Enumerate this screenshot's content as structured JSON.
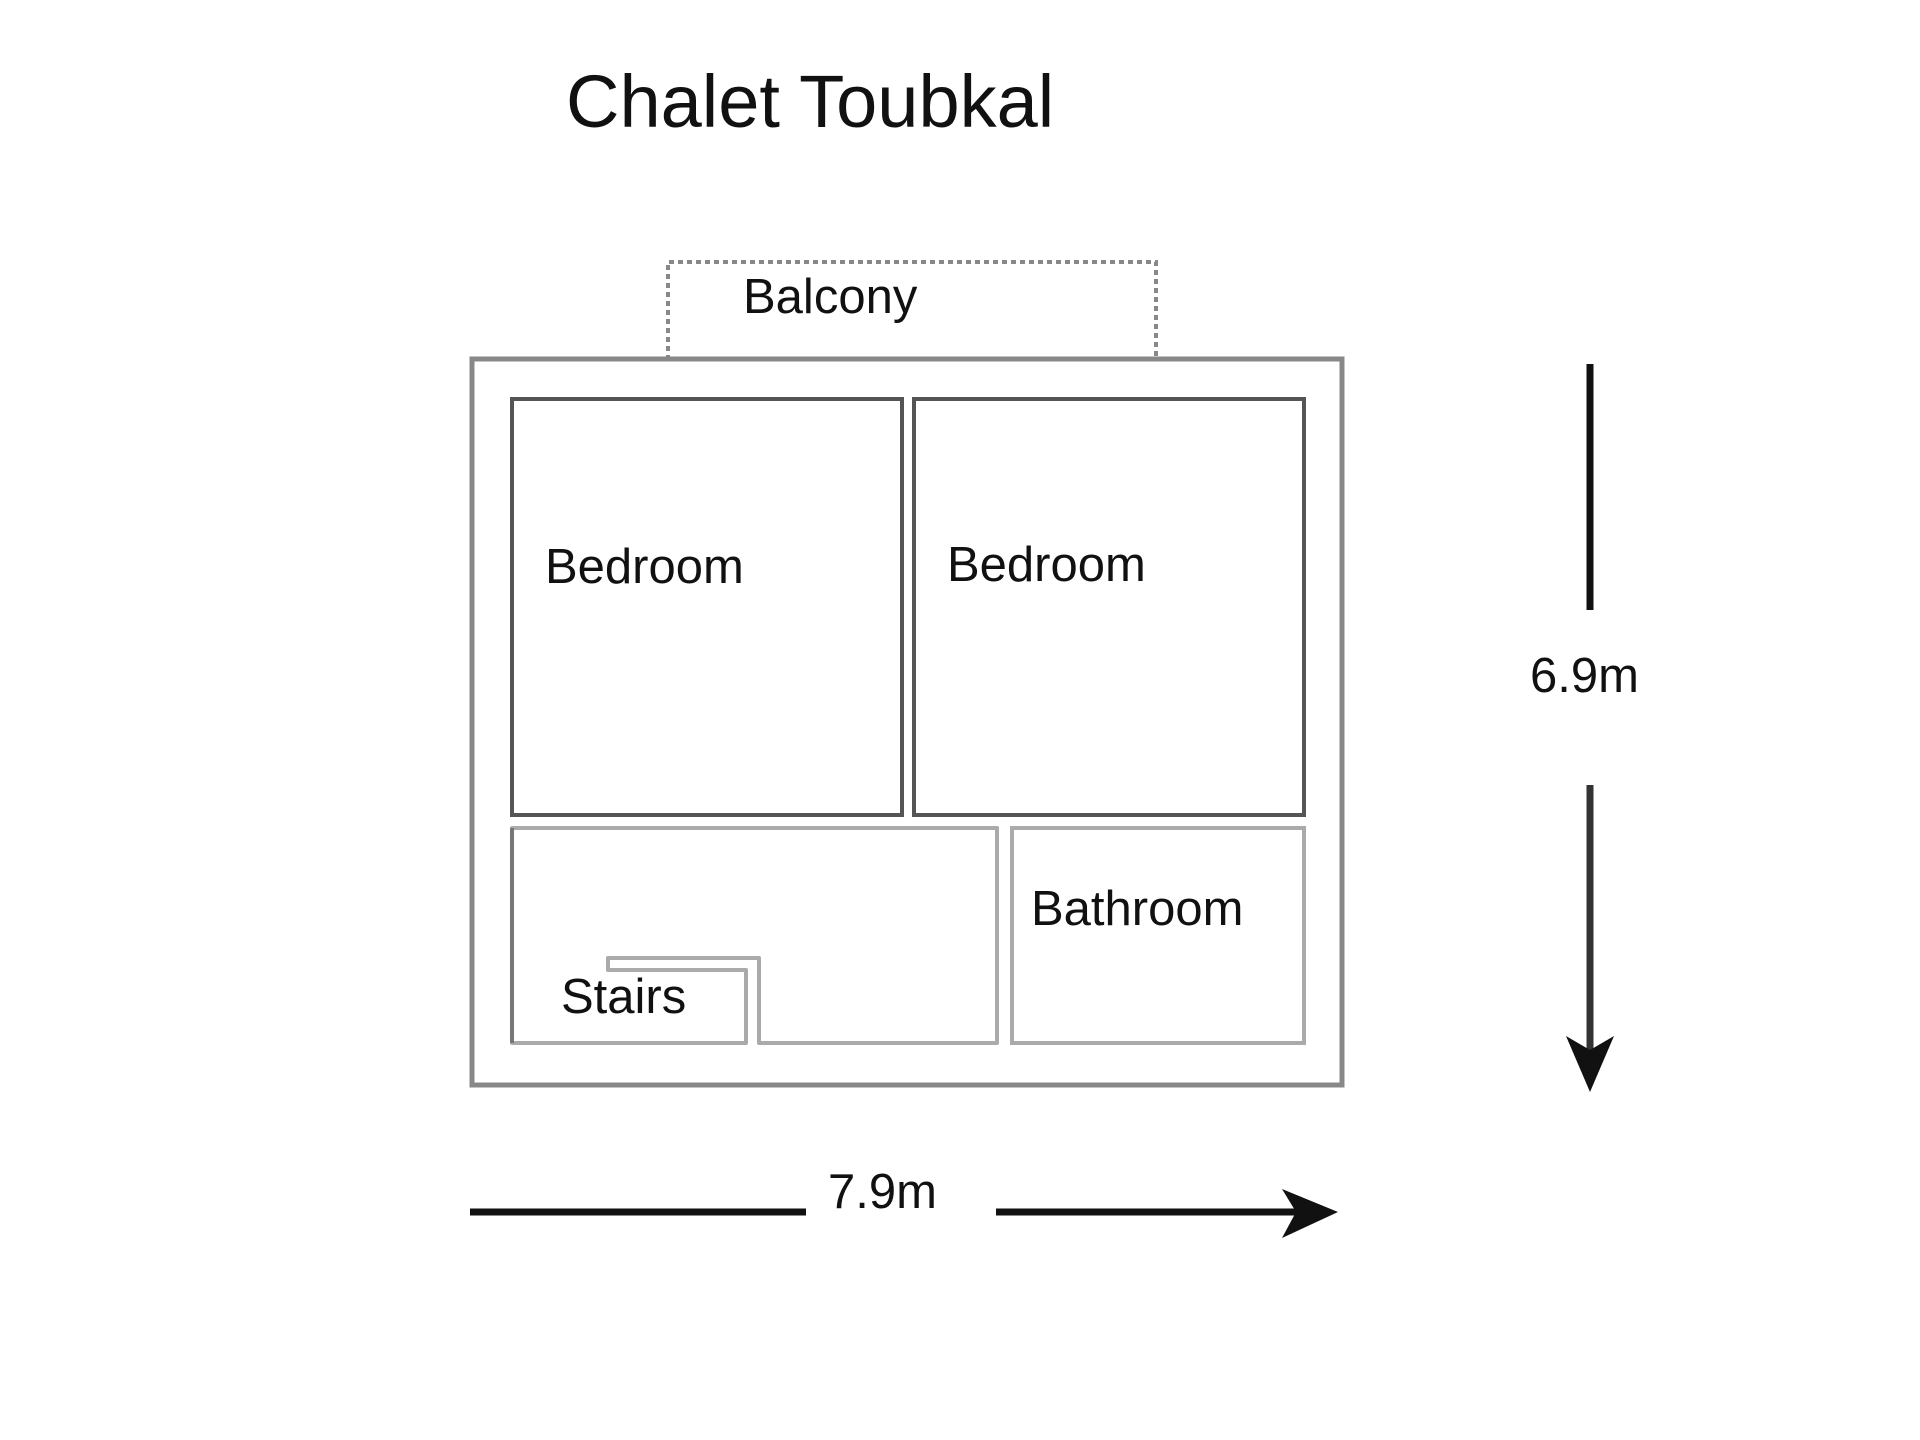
{
  "title": "Chalet Toubkal",
  "balcony": {
    "label": "Balcony"
  },
  "rooms": {
    "bedroom_left": {
      "label": "Bedroom"
    },
    "bedroom_right": {
      "label": "Bedroom"
    },
    "bathroom": {
      "label": "Bathroom"
    },
    "stairs": {
      "label": "Stairs"
    }
  },
  "dimensions": {
    "width": "7.9m",
    "height": "6.9m"
  },
  "colors": {
    "wall": "#666666",
    "wall_light": "#aaaaaa",
    "arrow": "#111111",
    "text": "#111111"
  }
}
